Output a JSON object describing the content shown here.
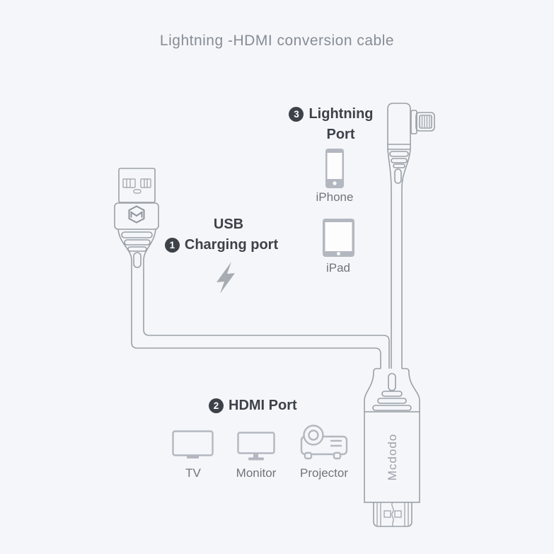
{
  "title": "Lightning -HDMI conversion cable",
  "connector_brand": "Mcdodo",
  "callouts": {
    "usb": {
      "number": "1",
      "line1": "USB",
      "line2": "Charging port"
    },
    "hdmi": {
      "number": "2",
      "label": "HDMI Port"
    },
    "lightning": {
      "number": "3",
      "line1": "Lightning",
      "line2": "Port"
    }
  },
  "devices": {
    "iphone": {
      "label": "iPhone"
    },
    "ipad": {
      "label": "iPad"
    },
    "tv": {
      "label": "TV"
    },
    "monitor": {
      "label": "Monitor"
    },
    "projector": {
      "label": "Projector"
    }
  },
  "colors": {
    "background": "#f5f6f9",
    "line_art": "#9aa0a8",
    "device_icon": "#b3b7bf",
    "label_dark": "#3d4249",
    "label_gray": "#6f747c",
    "title_gray": "#868d96",
    "badge_background": "#3d4249",
    "badge_text": "#ffffff",
    "bolt": "#a7abb2"
  }
}
